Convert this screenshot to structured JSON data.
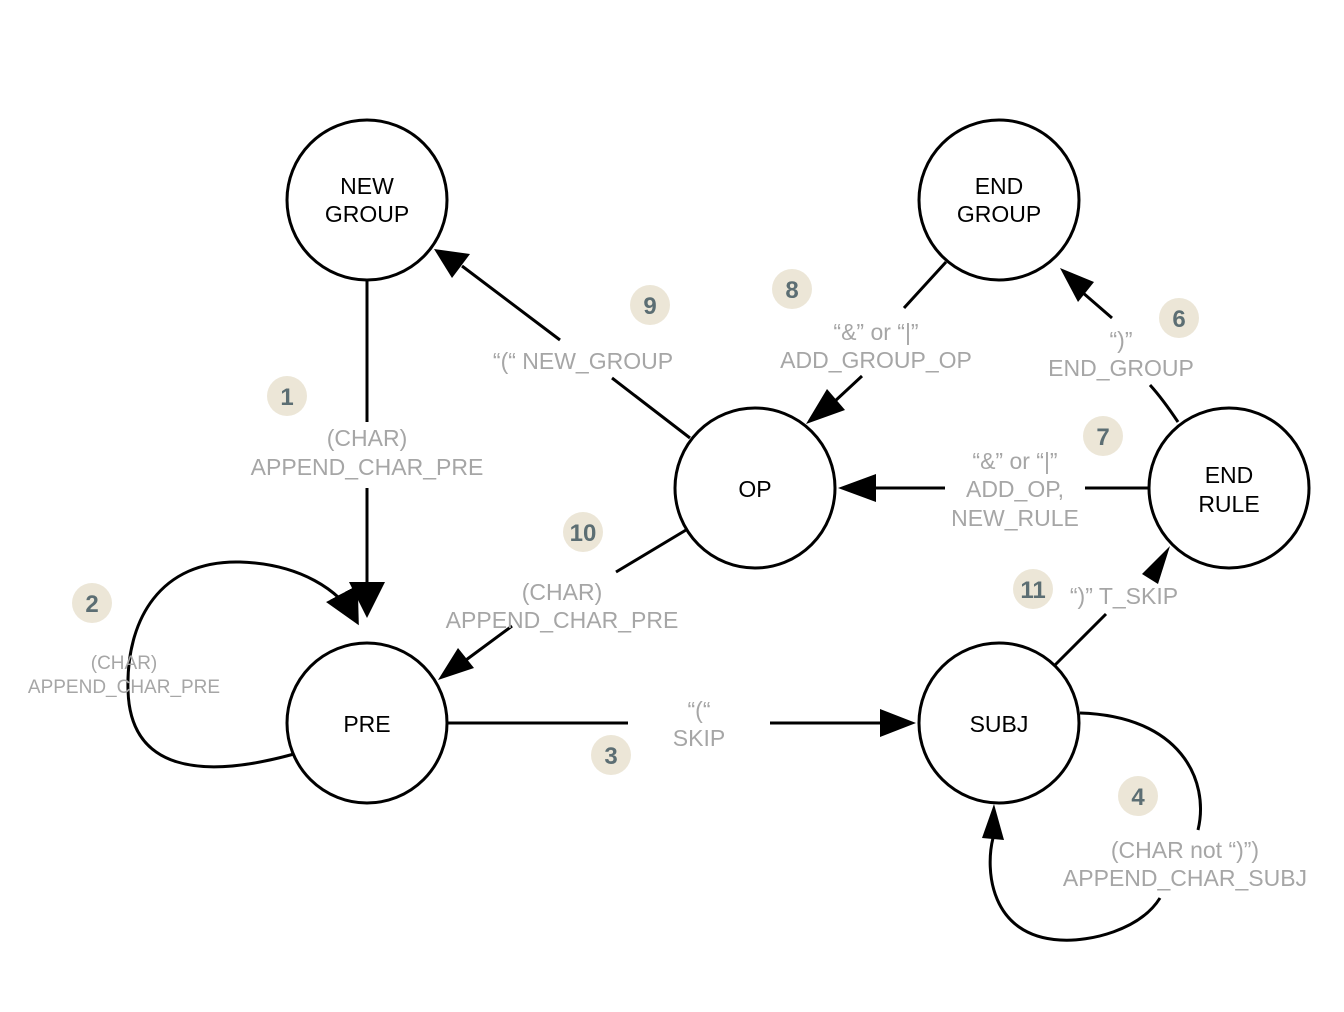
{
  "nodes": {
    "new_group": [
      "NEW",
      "GROUP"
    ],
    "end_group": [
      "END",
      "GROUP"
    ],
    "op": [
      "OP"
    ],
    "end_rule": [
      "END",
      "RULE"
    ],
    "pre": [
      "PRE"
    ],
    "subj": [
      "SUBJ"
    ]
  },
  "transitions": {
    "t1": {
      "num": "1",
      "line1": "(CHAR)",
      "line2": "APPEND_CHAR_PRE"
    },
    "t2": {
      "num": "2",
      "line1": "(CHAR)",
      "line2": "APPEND_CHAR_PRE"
    },
    "t3": {
      "num": "3",
      "line1": "“(“",
      "line2": "SKIP"
    },
    "t4": {
      "num": "4",
      "line1": "(CHAR not “)”)",
      "line2": "APPEND_CHAR_SUBJ"
    },
    "t6": {
      "num": "6",
      "line1": "“)”",
      "line2": "END_GROUP"
    },
    "t7": {
      "num": "7",
      "line1": "“&” or “|”",
      "line2": "ADD_OP,",
      "line3": "NEW_RULE"
    },
    "t8": {
      "num": "8",
      "line1": "“&” or “|”",
      "line2": "ADD_GROUP_OP"
    },
    "t9": {
      "num": "9",
      "line1": "“(“ NEW_GROUP"
    },
    "t10": {
      "num": "10",
      "line1": "(CHAR)",
      "line2": "APPEND_CHAR_PRE"
    },
    "t11": {
      "num": "11",
      "line1": "“)” T_SKIP"
    }
  }
}
